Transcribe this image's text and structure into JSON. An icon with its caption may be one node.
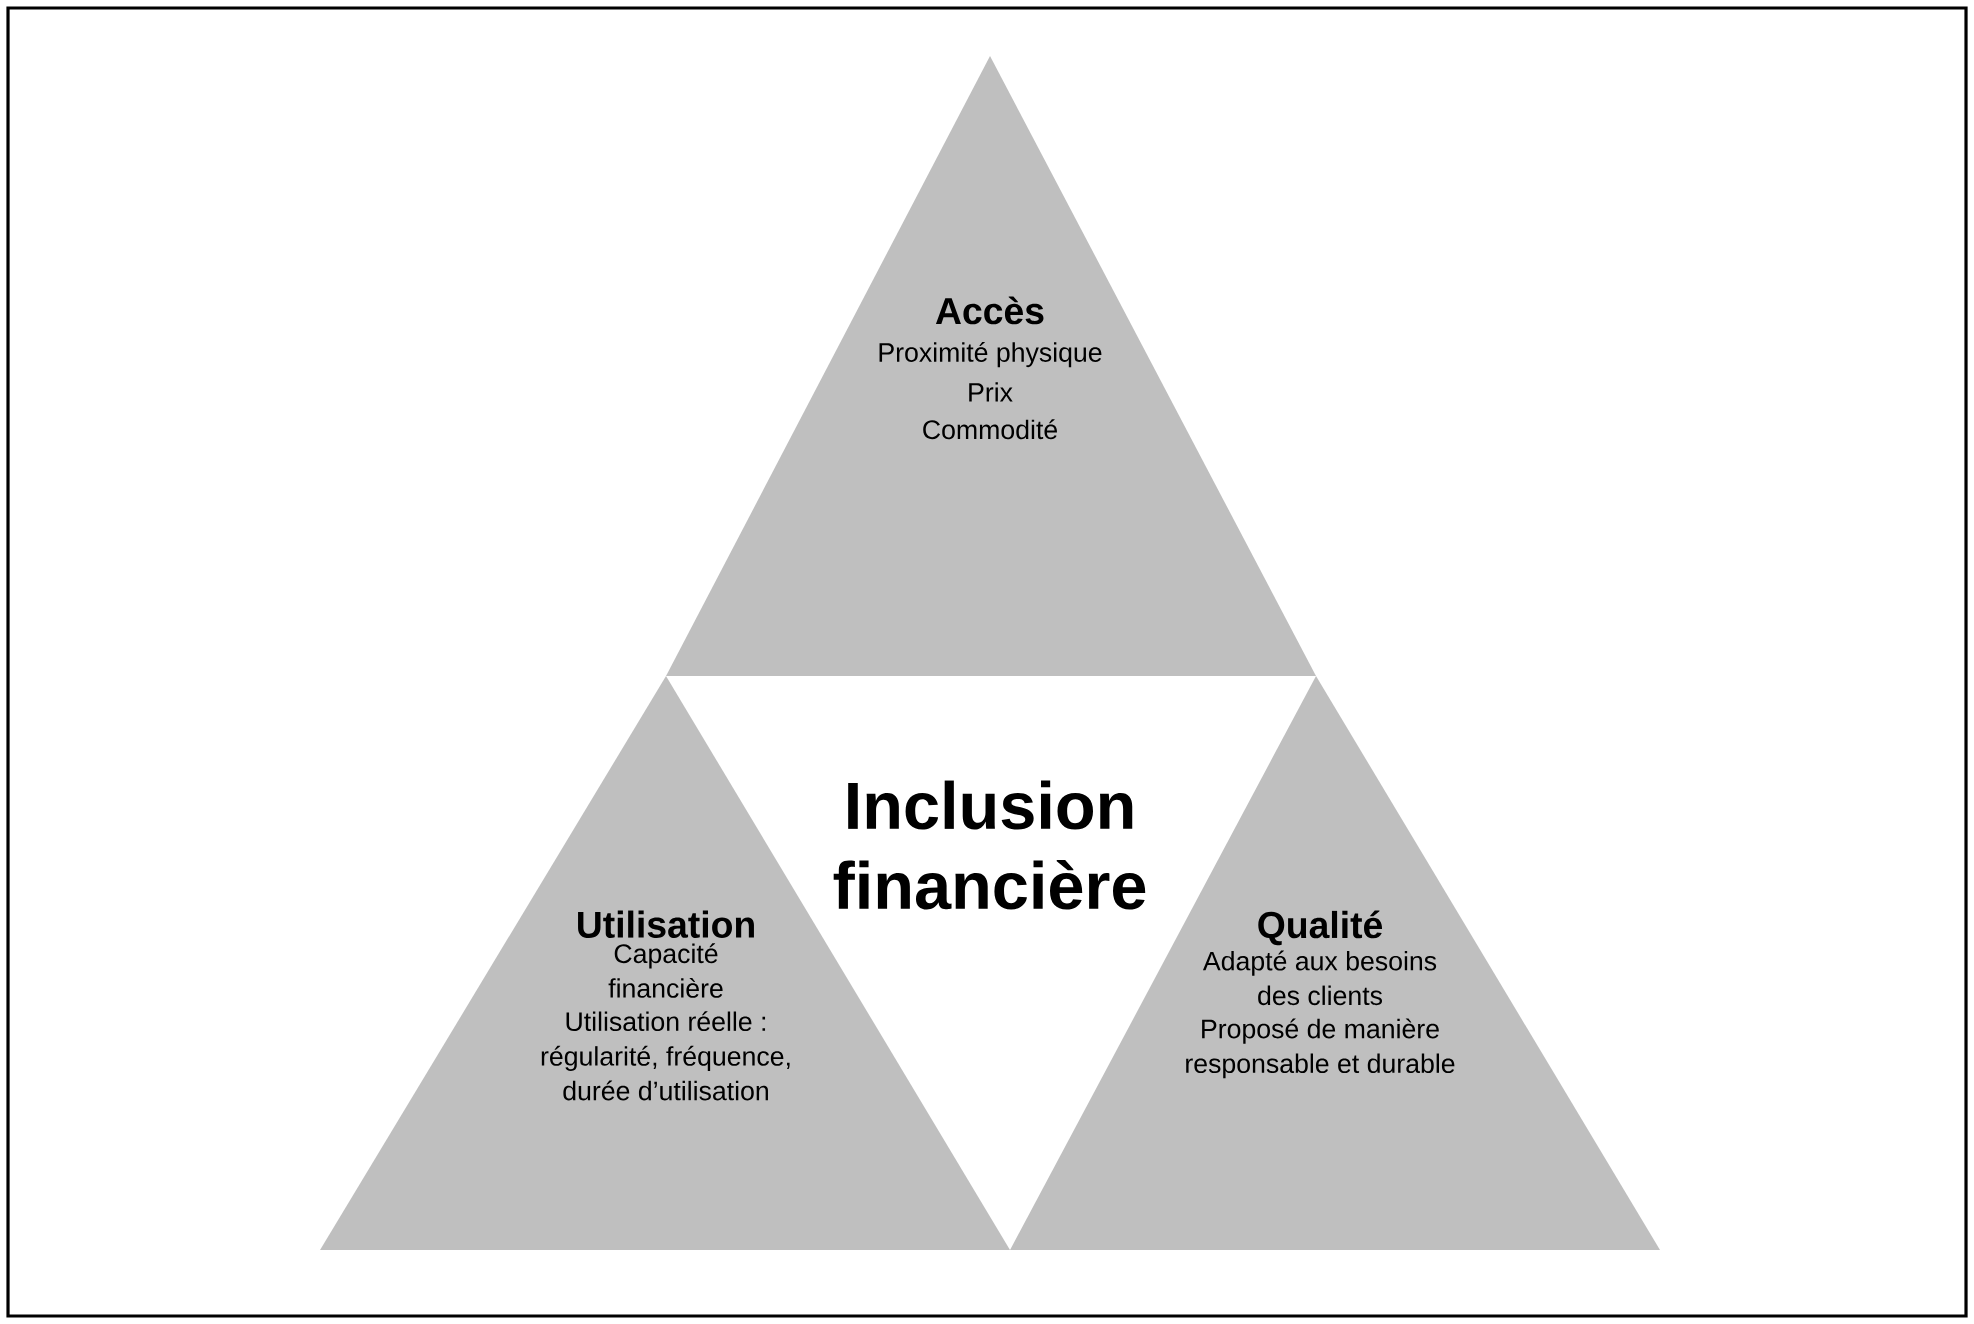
{
  "diagram": {
    "nodes": [
      {
        "text": [
          "Accès",
          "Proximité physique",
          "Prix",
          "Commodité"
        ]
      },
      {
        "text": [
          "Inclusion financière"
        ]
      },
      {
        "text": [
          "Utilisation",
          "Capacité financière",
          "Utilisation réelle : régularité, fréquence, durée d’utilisation"
        ]
      },
      {
        "text": [
          "Qualité",
          "Adapté aux besoins des clients",
          "Proposé de manière responsable et durable"
        ]
      }
    ]
  }
}
